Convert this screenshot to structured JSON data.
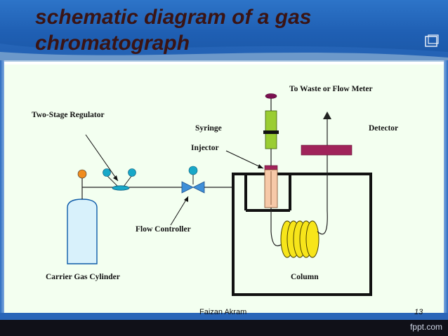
{
  "slide": {
    "title": "schematic diagram of a gas\nchromatograph",
    "footer_author": "Faizan Akram",
    "page_number": "13",
    "brand": "fppt.com"
  },
  "diagram": {
    "labels": {
      "waste": "To Waste or Flow Meter",
      "regulator": "Two-Stage Regulator",
      "syringe": "Syringe",
      "detector": "Detector",
      "injector": "Injector",
      "flow_controller": "Flow Controller",
      "cylinder": "Carrier Gas Cylinder",
      "column": "Column"
    }
  },
  "colors": {
    "header_blue": "#1f5fb3",
    "title_text": "#3a1414",
    "panel_bg": "#f3fff0",
    "syringe_green": "#9acd32",
    "detector_magenta": "#a0245a",
    "injector_peach": "#f6c9a8",
    "column_yellow": "#f7e51a",
    "knob_cyan": "#18a8c8",
    "knob_orange": "#f08c1e",
    "plunger_purple": "#7a1050",
    "valve_blue": "#3f8fd8"
  }
}
